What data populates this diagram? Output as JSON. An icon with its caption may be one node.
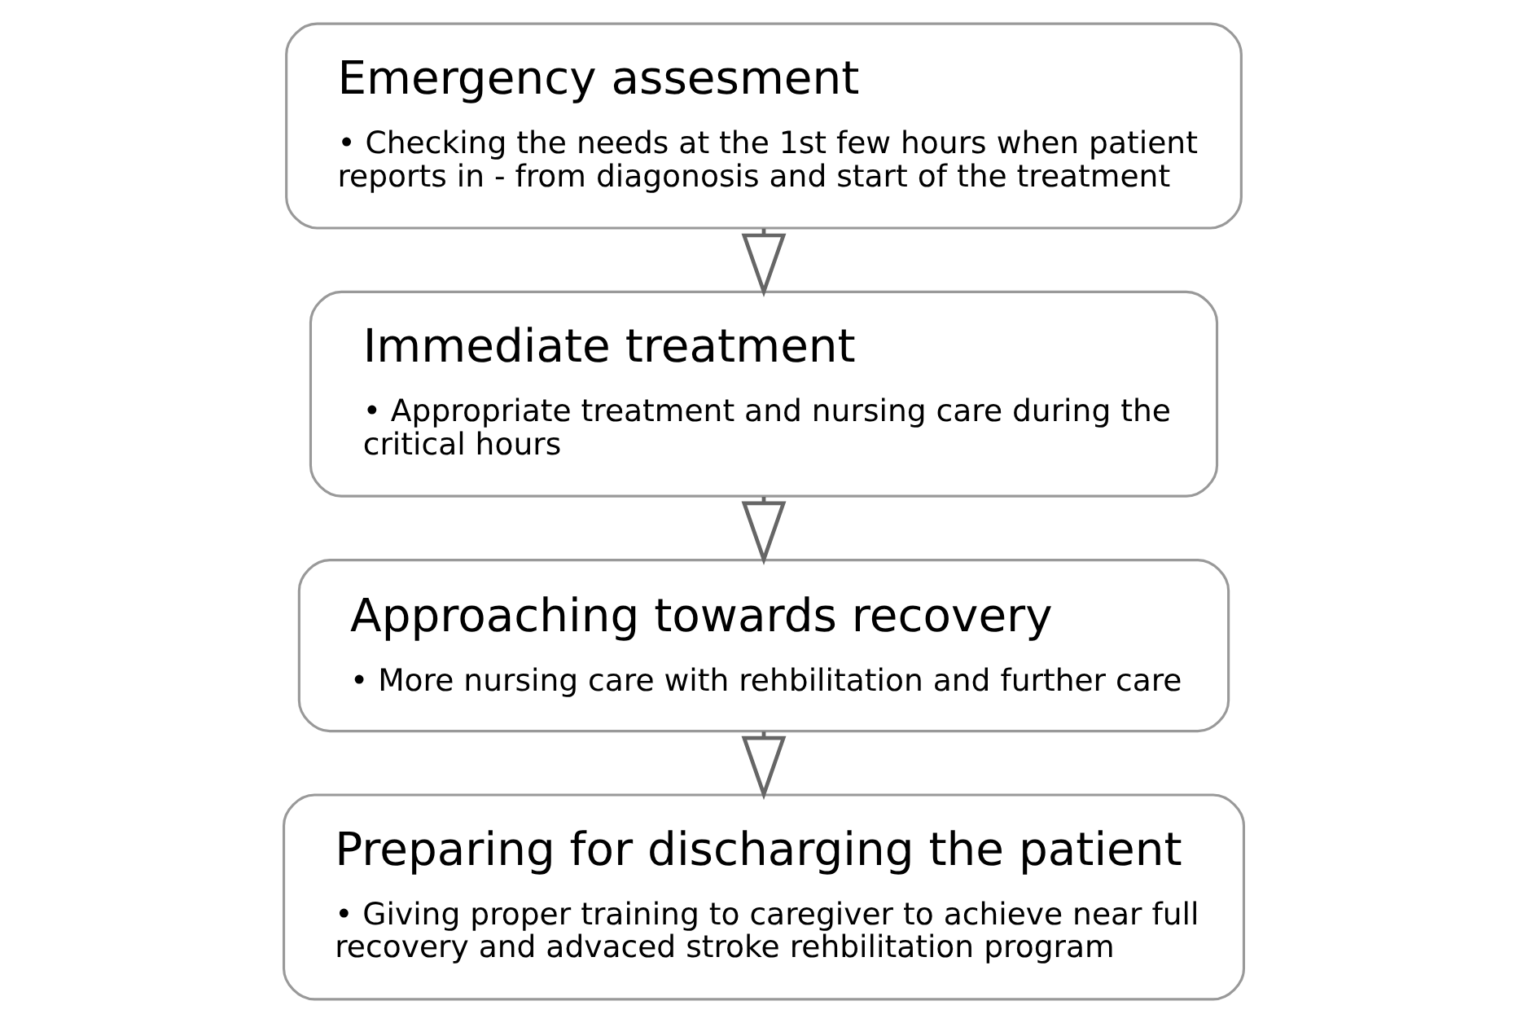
{
  "diagram": {
    "nodes": [
      {
        "text": [
          "Emergency assesment",
          "• Checking the needs at the 1st few hours when patient reports in - from diagonosis and start of the treatment"
        ]
      },
      {
        "text": [
          "Immediate treatment",
          "• Appropriate treatment and nursing care during the critical hours"
        ]
      },
      {
        "text": [
          "Approaching towards recovery",
          "• More nursing care with rehbilitation and further care"
        ]
      },
      {
        "text": [
          "Preparing for discharging the patient",
          "• Giving proper training to caregiver to achieve near full recovery and advaced stroke rehbilitation program"
        ]
      }
    ],
    "edges": [
      {
        "from": 0,
        "to": 1,
        "arrow": "to"
      },
      {
        "from": 1,
        "to": 2,
        "arrow": "to"
      },
      {
        "from": 2,
        "to": 3,
        "arrow": "to"
      }
    ]
  }
}
